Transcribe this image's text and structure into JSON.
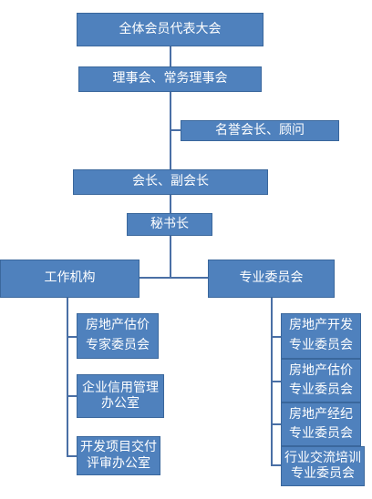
{
  "colors": {
    "box_fill": "#4f81bd",
    "box_border": "#3a679c",
    "line": "#4a6fa5",
    "text": "#ffffff"
  },
  "top": {
    "general_assembly": "全体会员代表大会",
    "council": "理事会、常务理事会",
    "honorary": "名誉会长、顾问",
    "president": "会长、副会长",
    "secretary": "秘书长"
  },
  "left_branch": {
    "title": "工作机构",
    "items": [
      [
        "房地产估价",
        "专家委员会"
      ],
      [
        "企业信用管理",
        "办公室"
      ],
      [
        "开发项目交付",
        "评审办公室"
      ]
    ]
  },
  "right_branch": {
    "title": "专业委员会",
    "items": [
      [
        "房地产开发",
        "专业委员会"
      ],
      [
        "房地产估价",
        "专业委员会"
      ],
      [
        "房地产经纪",
        "专业委员会"
      ],
      [
        "行业交流培训",
        "专业委员会"
      ]
    ]
  }
}
